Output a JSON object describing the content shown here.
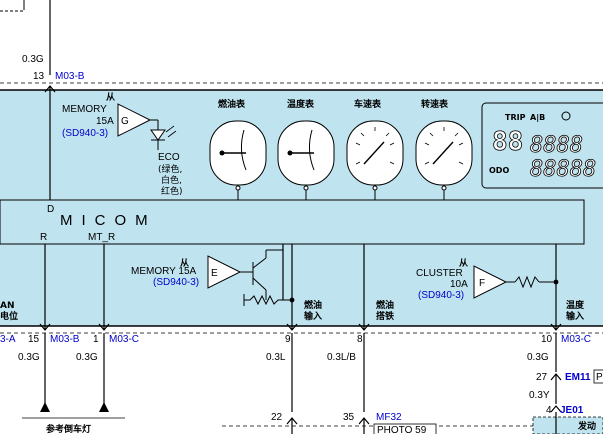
{
  "colors": {
    "module_fill": "#bfe3ef",
    "wire": "#000000",
    "label_blue": "#0000cc"
  },
  "top": {
    "wire_color": "0.3G",
    "pin": "13",
    "connector": "M03-B"
  },
  "memory_fuse_top": {
    "arrow": "从",
    "label": "MEMORY",
    "amps": "15A",
    "ref": "(SD940-3)",
    "block": "G"
  },
  "eco": {
    "label": "ECO",
    "colors": [
      "(绿色,",
      "白色,",
      "红色)"
    ]
  },
  "gauges": [
    {
      "label": "燃油表"
    },
    {
      "label": "温度表"
    },
    {
      "label": "车速表"
    },
    {
      "label": "转速表"
    }
  ],
  "lcd": {
    "trip": "TRIP",
    "ab": "A|B",
    "odo": "ODO"
  },
  "micom": {
    "label": "MICOM",
    "pin_d": "D",
    "pin_r": "R",
    "pin_mtr": "MT_R"
  },
  "memory_fuse_mid": {
    "arrow": "从",
    "label": "MEMORY 15A",
    "ref": "(SD940-3)",
    "block": "E"
  },
  "cluster_fuse": {
    "arrow": "从",
    "label": "CLUSTER",
    "amps": "10A",
    "ref": "(SD940-3)",
    "block": "F"
  },
  "signals": {
    "fuel_input": [
      "燃油",
      "输入"
    ],
    "fuel_ground": [
      "燃油",
      "搭铁"
    ],
    "temp_input": [
      "温度",
      "输入"
    ],
    "left_partial": [
      "AN",
      "电位"
    ]
  },
  "bottom_pins": [
    {
      "pin": "15",
      "connector": "M03-B",
      "wire": "0.3G"
    },
    {
      "pin": "1",
      "connector": "M03-C",
      "wire": "0.3G"
    },
    {
      "pin": "9",
      "connector": "",
      "wire": "0.3L"
    },
    {
      "pin": "8",
      "connector": "",
      "wire": "0.3L/B"
    },
    {
      "pin": "10",
      "connector": "M03-C",
      "wire": "0.3G"
    }
  ],
  "left_connector": "3-A",
  "lower": {
    "pin22": "22",
    "pin35": "35",
    "mf32": "MF32",
    "photo": "PHOTO 59",
    "reverse_lamp": "参考倒车灯",
    "pin27": "27",
    "em11": "EM11",
    "em11_box": "P",
    "wire_03y": "0.3Y",
    "pin4": "4",
    "je01": "JE01",
    "engine": "发动"
  }
}
